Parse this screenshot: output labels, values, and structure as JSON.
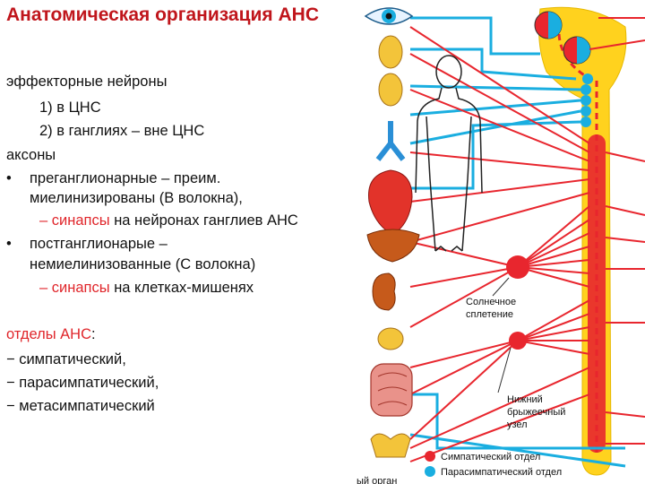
{
  "title": "Анатомическая организация АНС",
  "effectors": {
    "heading": "эффекторные нейроны",
    "item1": "1)  в ЦНС",
    "item2": "2)  в ганглиях – вне ЦНС"
  },
  "axons": {
    "heading": "аксоны",
    "pre_bullet": "•",
    "pre": "преганглионарные – преим.",
    "pre2": "миелинизированы (В волокна),",
    "pre_dash": "–",
    "pre_syn_word": "синапсы",
    "pre_syn_rest": "на нейронах ганглиев АНС",
    "post_bullet": "•",
    "post": "постганглионарые –",
    "post2": "немиелинизованные (С волокна)",
    "post_dash": "–",
    "post_syn_word": "синапсы",
    "post_syn_rest": "на клетках-мишенях"
  },
  "divisions": {
    "heading_red": "отделы АНС",
    "heading_colon": ":",
    "items": [
      "− симпатический,",
      "− парасимпатический,",
      "− метасимпатический"
    ]
  },
  "diagram": {
    "label_solar1": "Солнечное",
    "label_solar2": "сплетение",
    "label_mes1": "Нижний",
    "label_mes2": "брыжеечный",
    "label_mes3": "узел",
    "legend_symp": "Симпатический отдел",
    "legend_para": "Парасимпатический отдел",
    "bottom_cut": "ый орган",
    "colors": {
      "symp": "#e8262e",
      "para": "#1aaee0",
      "cord": "#ffd21e",
      "title": "#c0161c"
    }
  }
}
